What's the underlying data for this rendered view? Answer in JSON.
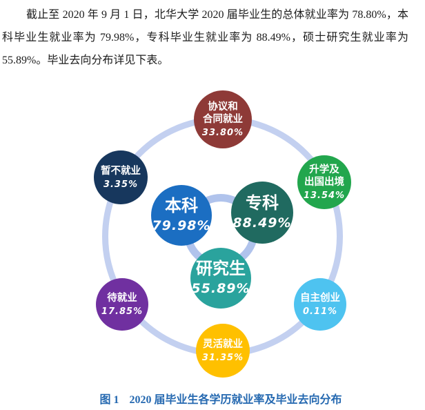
{
  "document": {
    "paragraph_lines": [
      "截止至 2020 年 9 月 1 日，北华大学 2020 届毕业生的总体就业率为 78.80%，本",
      "科毕业生就业率为 79.98%，专科毕业生就业率为 88.49%，硕士研究生就业率为",
      "55.89%。毕业去向分布详见下表。"
    ],
    "figure_caption": {
      "label": "图 1",
      "title": "2020 届毕业生各学历就业率及毕业去向分布"
    }
  },
  "chart_data": {
    "type": "bubble",
    "title": "2020 届毕业生各学历就业率及毕业去向分布",
    "figure_label": "图 1",
    "unit": "%",
    "layout": "three central bubbles inside an inner ring, six satellite bubbles on an outer ring (hexagon positions)",
    "center_group": {
      "name": "各学历就业率",
      "nodes": [
        {
          "label": "本科",
          "value": 79.98,
          "value_label": "79.98%",
          "color": "#1B6EC2"
        },
        {
          "label": "专科",
          "value": 88.49,
          "value_label": "88.49%",
          "color": "#206A60"
        },
        {
          "label": "研究生",
          "value": 55.89,
          "value_label": "55.89%",
          "color": "#2AA39D"
        }
      ]
    },
    "orbit_group": {
      "name": "毕业去向分布",
      "nodes": [
        {
          "label": "协议和合同就业",
          "label_lines": [
            "协议和",
            "合同就业"
          ],
          "value": 33.8,
          "value_label": "33.80%",
          "color": "#8E3A37"
        },
        {
          "label": "升学及出国出境",
          "label_lines": [
            "升学及",
            "出国出境"
          ],
          "value": 13.54,
          "value_label": "13.54%",
          "color": "#22A64D"
        },
        {
          "label": "暂不就业",
          "label_lines": [
            "暂不就业"
          ],
          "value": 3.35,
          "value_label": "3.35%",
          "color": "#17375D"
        },
        {
          "label": "自主创业",
          "label_lines": [
            "自主创业"
          ],
          "value": 0.11,
          "value_label": "0.11%",
          "color": "#4EC3F0"
        },
        {
          "label": "灵活就业",
          "label_lines": [
            "灵活就业"
          ],
          "value": 31.35,
          "value_label": "31.35%",
          "color": "#FFC000"
        },
        {
          "label": "待就业",
          "label_lines": [
            "待就业"
          ],
          "value": 17.85,
          "value_label": "17.85%",
          "color": "#7030A0"
        }
      ]
    },
    "rings": {
      "outer_color": "#C3D0F0",
      "inner_color": "#B0C3EC"
    },
    "text_colors": {
      "bubble_text": "#FFFFFF",
      "caption": "#2468B0",
      "body_text": "#1B1B1B"
    }
  }
}
